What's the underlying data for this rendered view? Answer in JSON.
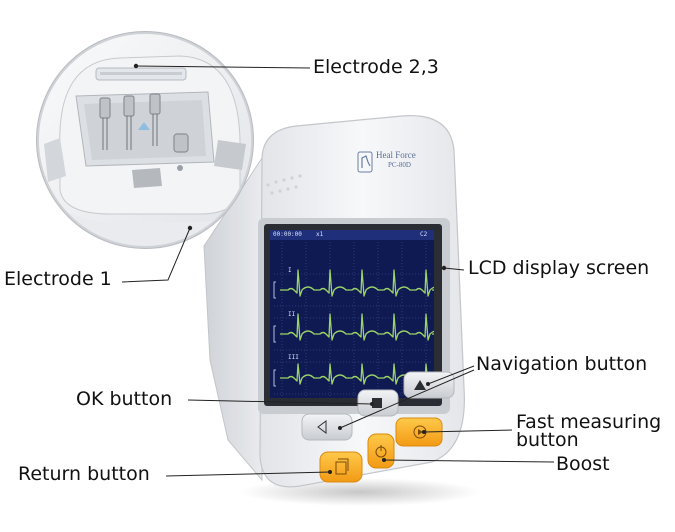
{
  "labels": {
    "electrode_23": "Electrode 2,3",
    "electrode_1": "Electrode 1",
    "lcd": "LCD display screen",
    "navigation": "Navigation button",
    "ok": "OK button",
    "fast_line1": "Fast measuring",
    "fast_line2": "button",
    "boost": "Boost",
    "return": "Return button"
  },
  "device": {
    "brand_name": "Heal Force",
    "model": "PC-80D"
  },
  "lcd_screen": {
    "time": "00:00:00",
    "gain": "x1",
    "mode": "C2",
    "leads": [
      "I",
      "II",
      "III"
    ]
  },
  "colors": {
    "device_body": "#f4f5f7",
    "bezel": "#2a2d33",
    "lcd_background": "#0f1a52",
    "ecg_trace": "#9cd46a",
    "grid_line": "#4a5a9c",
    "orange_button": "#f7a51c",
    "label_text": "#111111",
    "leader_line": "#222222"
  }
}
